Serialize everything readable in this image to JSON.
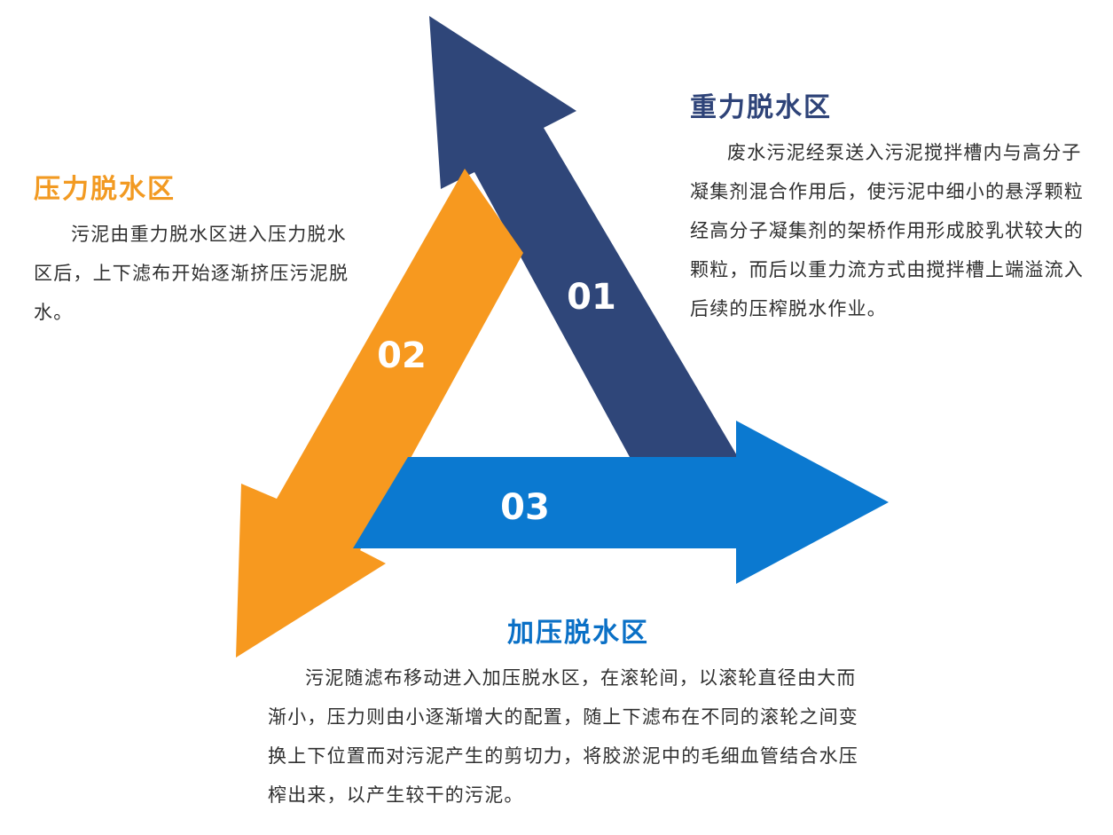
{
  "colors": {
    "arrow_01": "#2f4679",
    "arrow_02": "#f7991f",
    "arrow_03": "#0b79d0",
    "title_gravity": "#2e4378",
    "title_pressure": "#f29a22",
    "title_press": "#0a70c6",
    "body_text": "#2f2f2f"
  },
  "arrows": {
    "arrow_01": {
      "number": "01"
    },
    "arrow_02": {
      "number": "02"
    },
    "arrow_03": {
      "number": "03"
    }
  },
  "gravity_zone": {
    "title": "重力脱水区",
    "text": "废水污泥经泵送入污泥搅拌槽内与高分子凝集剂混合作用后，使污泥中细小的悬浮颗粒经高分子凝集剂的架桥作用形成胶乳状较大的颗粒，而后以重力流方式由搅拌槽上端溢流入后续的压榨脱水作业。"
  },
  "pressure_zone": {
    "title": "压力脱水区",
    "text": "污泥由重力脱水区进入压力脱水区后，上下滤布开始逐渐挤压污泥脱水。"
  },
  "press_zone": {
    "title": "加压脱水区",
    "text": "污泥随滤布移动进入加压脱水区，在滚轮间，以滚轮直径由大而渐小，压力则由小逐渐增大的配置，随上下滤布在不同的滚轮之间变换上下位置而对污泥产生的剪切力，将胶淤泥中的毛细血管结合水压榨出来，以产生较干的污泥。"
  }
}
